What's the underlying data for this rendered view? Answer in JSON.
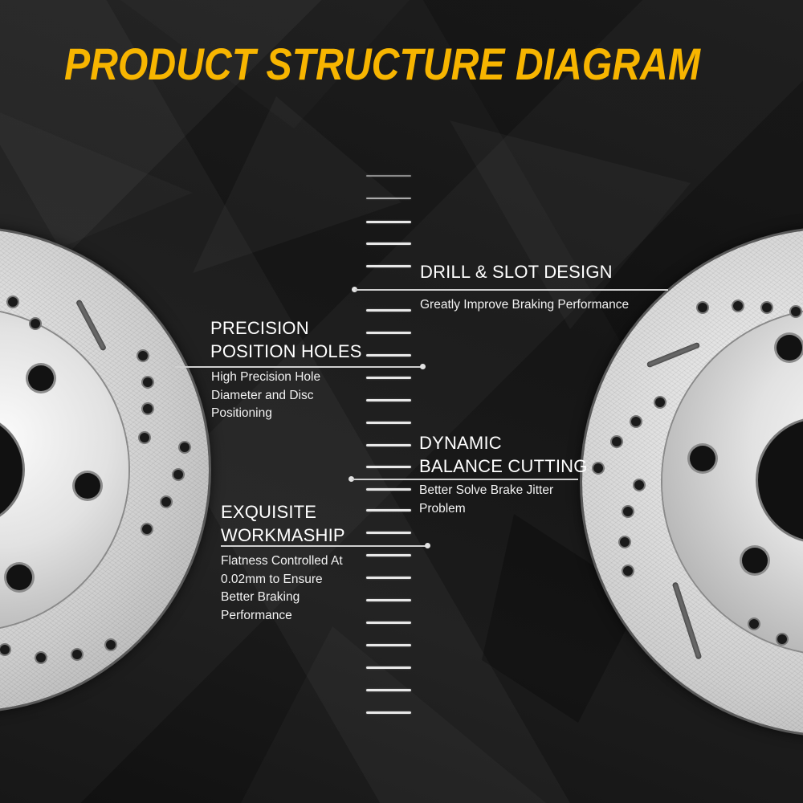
{
  "title": "PRODUCT STRUCTURE DIAGRAM",
  "colors": {
    "title": "#f7b500",
    "background": "#161616",
    "text": "#ffffff",
    "line": "#cfcfcf"
  },
  "callouts": [
    {
      "id": "drill-slot",
      "heading_lines": [
        "DRILL & SLOT DESIGN"
      ],
      "description_lines": [
        "Greatly Improve Braking Performance"
      ]
    },
    {
      "id": "precision-holes",
      "heading_lines": [
        "PRECISION",
        "POSITION HOLES"
      ],
      "description_lines": [
        "High Precision Hole",
        "Diameter and Disc",
        "Positioning"
      ]
    },
    {
      "id": "dynamic-balance",
      "heading_lines": [
        "DYNAMIC",
        "BALANCE CUTTING"
      ],
      "description_lines": [
        "Better Solve Brake Jitter",
        "Problem"
      ]
    },
    {
      "id": "workmanship",
      "heading_lines": [
        "EXQUISITE",
        "WORKMASHIP"
      ],
      "description_lines": [
        "Flatness Controlled At",
        "0.02mm to Ensure",
        "Better Braking",
        "Performance"
      ]
    }
  ],
  "images": [
    {
      "name": "brake-rotor-left",
      "description": "drilled and slotted brake rotor, partially visible on left edge"
    },
    {
      "name": "brake-rotor-right",
      "description": "drilled and slotted brake rotor, partially visible on right edge"
    }
  ]
}
